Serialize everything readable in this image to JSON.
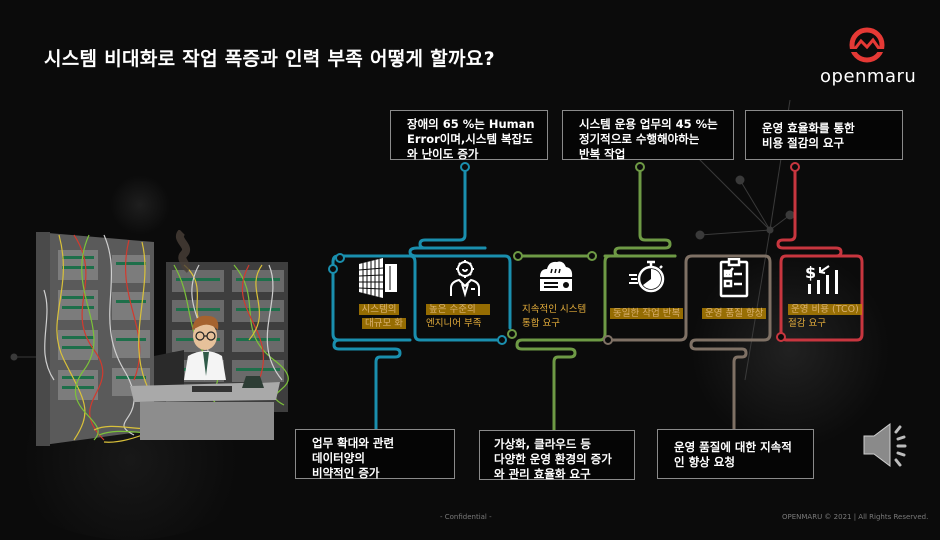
{
  "slide": {
    "title": "시스템 비대화로 작업 폭증과 인력 부족 어떻게 할까요?",
    "brand": {
      "name": "openmaru",
      "logo_color": "#e53935"
    },
    "colors": {
      "background": "#0b0b0b",
      "teal": "#1a8fae",
      "green": "#6e9a45",
      "brown": "#7f7165",
      "red": "#c8363f",
      "highlight": "#c48e00",
      "label_text": "#e4ad3b"
    },
    "top_callouts": [
      {
        "lines": [
          "장애의 65 %는 Human",
          "Error이며,시스템 복잡도",
          "와 난이도 증가"
        ],
        "color": "teal"
      },
      {
        "lines": [
          "시스템 운용 업무의 45 %는",
          "정기적으로 수행해야하는",
          "반복 작업"
        ],
        "color": "green"
      },
      {
        "lines": [
          "운영 효율화를 통한",
          "비용 절감의 요구"
        ],
        "color": "red"
      }
    ],
    "cells": [
      {
        "icon": "server-building-icon",
        "lines": [
          "시스템의",
          "대규모 화"
        ],
        "highlighted": true,
        "color": "teal"
      },
      {
        "icon": "engineer-gear-icon",
        "lines": [
          "높은 수준의",
          "엔지니어 부족"
        ],
        "highlighted": true,
        "color": "teal"
      },
      {
        "icon": "cloud-server-icon",
        "lines": [
          "지속적인 시스템",
          "통합 요구"
        ],
        "highlighted": false,
        "color": "green"
      },
      {
        "icon": "stopwatch-icon",
        "lines": [
          "동일한 작업 반복"
        ],
        "highlighted": true,
        "color": "green"
      },
      {
        "icon": "clipboard-checklist-icon",
        "lines": [
          "운영 품질 향상"
        ],
        "highlighted": true,
        "color": "brown"
      },
      {
        "icon": "cost-down-chart-icon",
        "lines": [
          "운영 비용 (TCO)",
          "절감 요구"
        ],
        "highlighted": true,
        "color": "red"
      }
    ],
    "bottom_callouts": [
      {
        "lines": [
          "업무 확대와 관련",
          "데이터양의",
          "비약적인 증가"
        ],
        "color": "teal"
      },
      {
        "lines": [
          "가상화, 클라우드 등",
          "다양한 운영 환경의 증가",
          "와 관리 효율화 요구"
        ],
        "color": "green"
      },
      {
        "lines": [
          "운영 품질에 대한 지속적",
          "인 향상 요청"
        ],
        "color": "brown"
      }
    ],
    "footer": {
      "confidential": "- Confidential -",
      "copyright": "OPENMARU ©  2021 | All Rights Reserved."
    },
    "audio_icon": "speaker-icon"
  }
}
